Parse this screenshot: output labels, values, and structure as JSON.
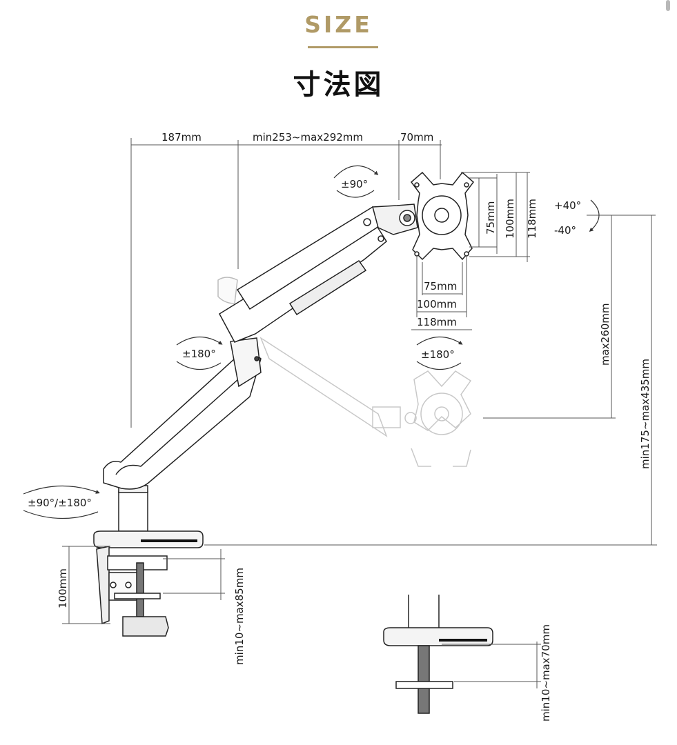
{
  "header": {
    "en_title": "SIZE",
    "ja_title": "寸法図"
  },
  "dimensions": {
    "arm_base_offset": "187mm",
    "arm_reach": "min253~max292mm",
    "head_offset": "70mm",
    "vesa_v_75": "75mm",
    "vesa_v_100": "100mm",
    "plate_v_118": "118mm",
    "vesa_h_75": "75mm",
    "vesa_h_100": "100mm",
    "plate_h_118": "118mm",
    "vertical_travel": "max260mm",
    "total_height": "min175~max435mm",
    "base_height": "100mm",
    "clamp_range": "min10~max85mm",
    "grommet_range": "min10~max70mm"
  },
  "rotations": {
    "head_swivel": "±90°",
    "tilt_up": "+40°",
    "tilt_down": "-40°",
    "elbow_swivel": "±180°",
    "plate_rotation": "±180°",
    "base_swivel": "±90°/±180°"
  },
  "colors": {
    "accent": "#b09a66",
    "text": "#111111",
    "line": "#333333",
    "ghost": "#c8c8c8"
  }
}
